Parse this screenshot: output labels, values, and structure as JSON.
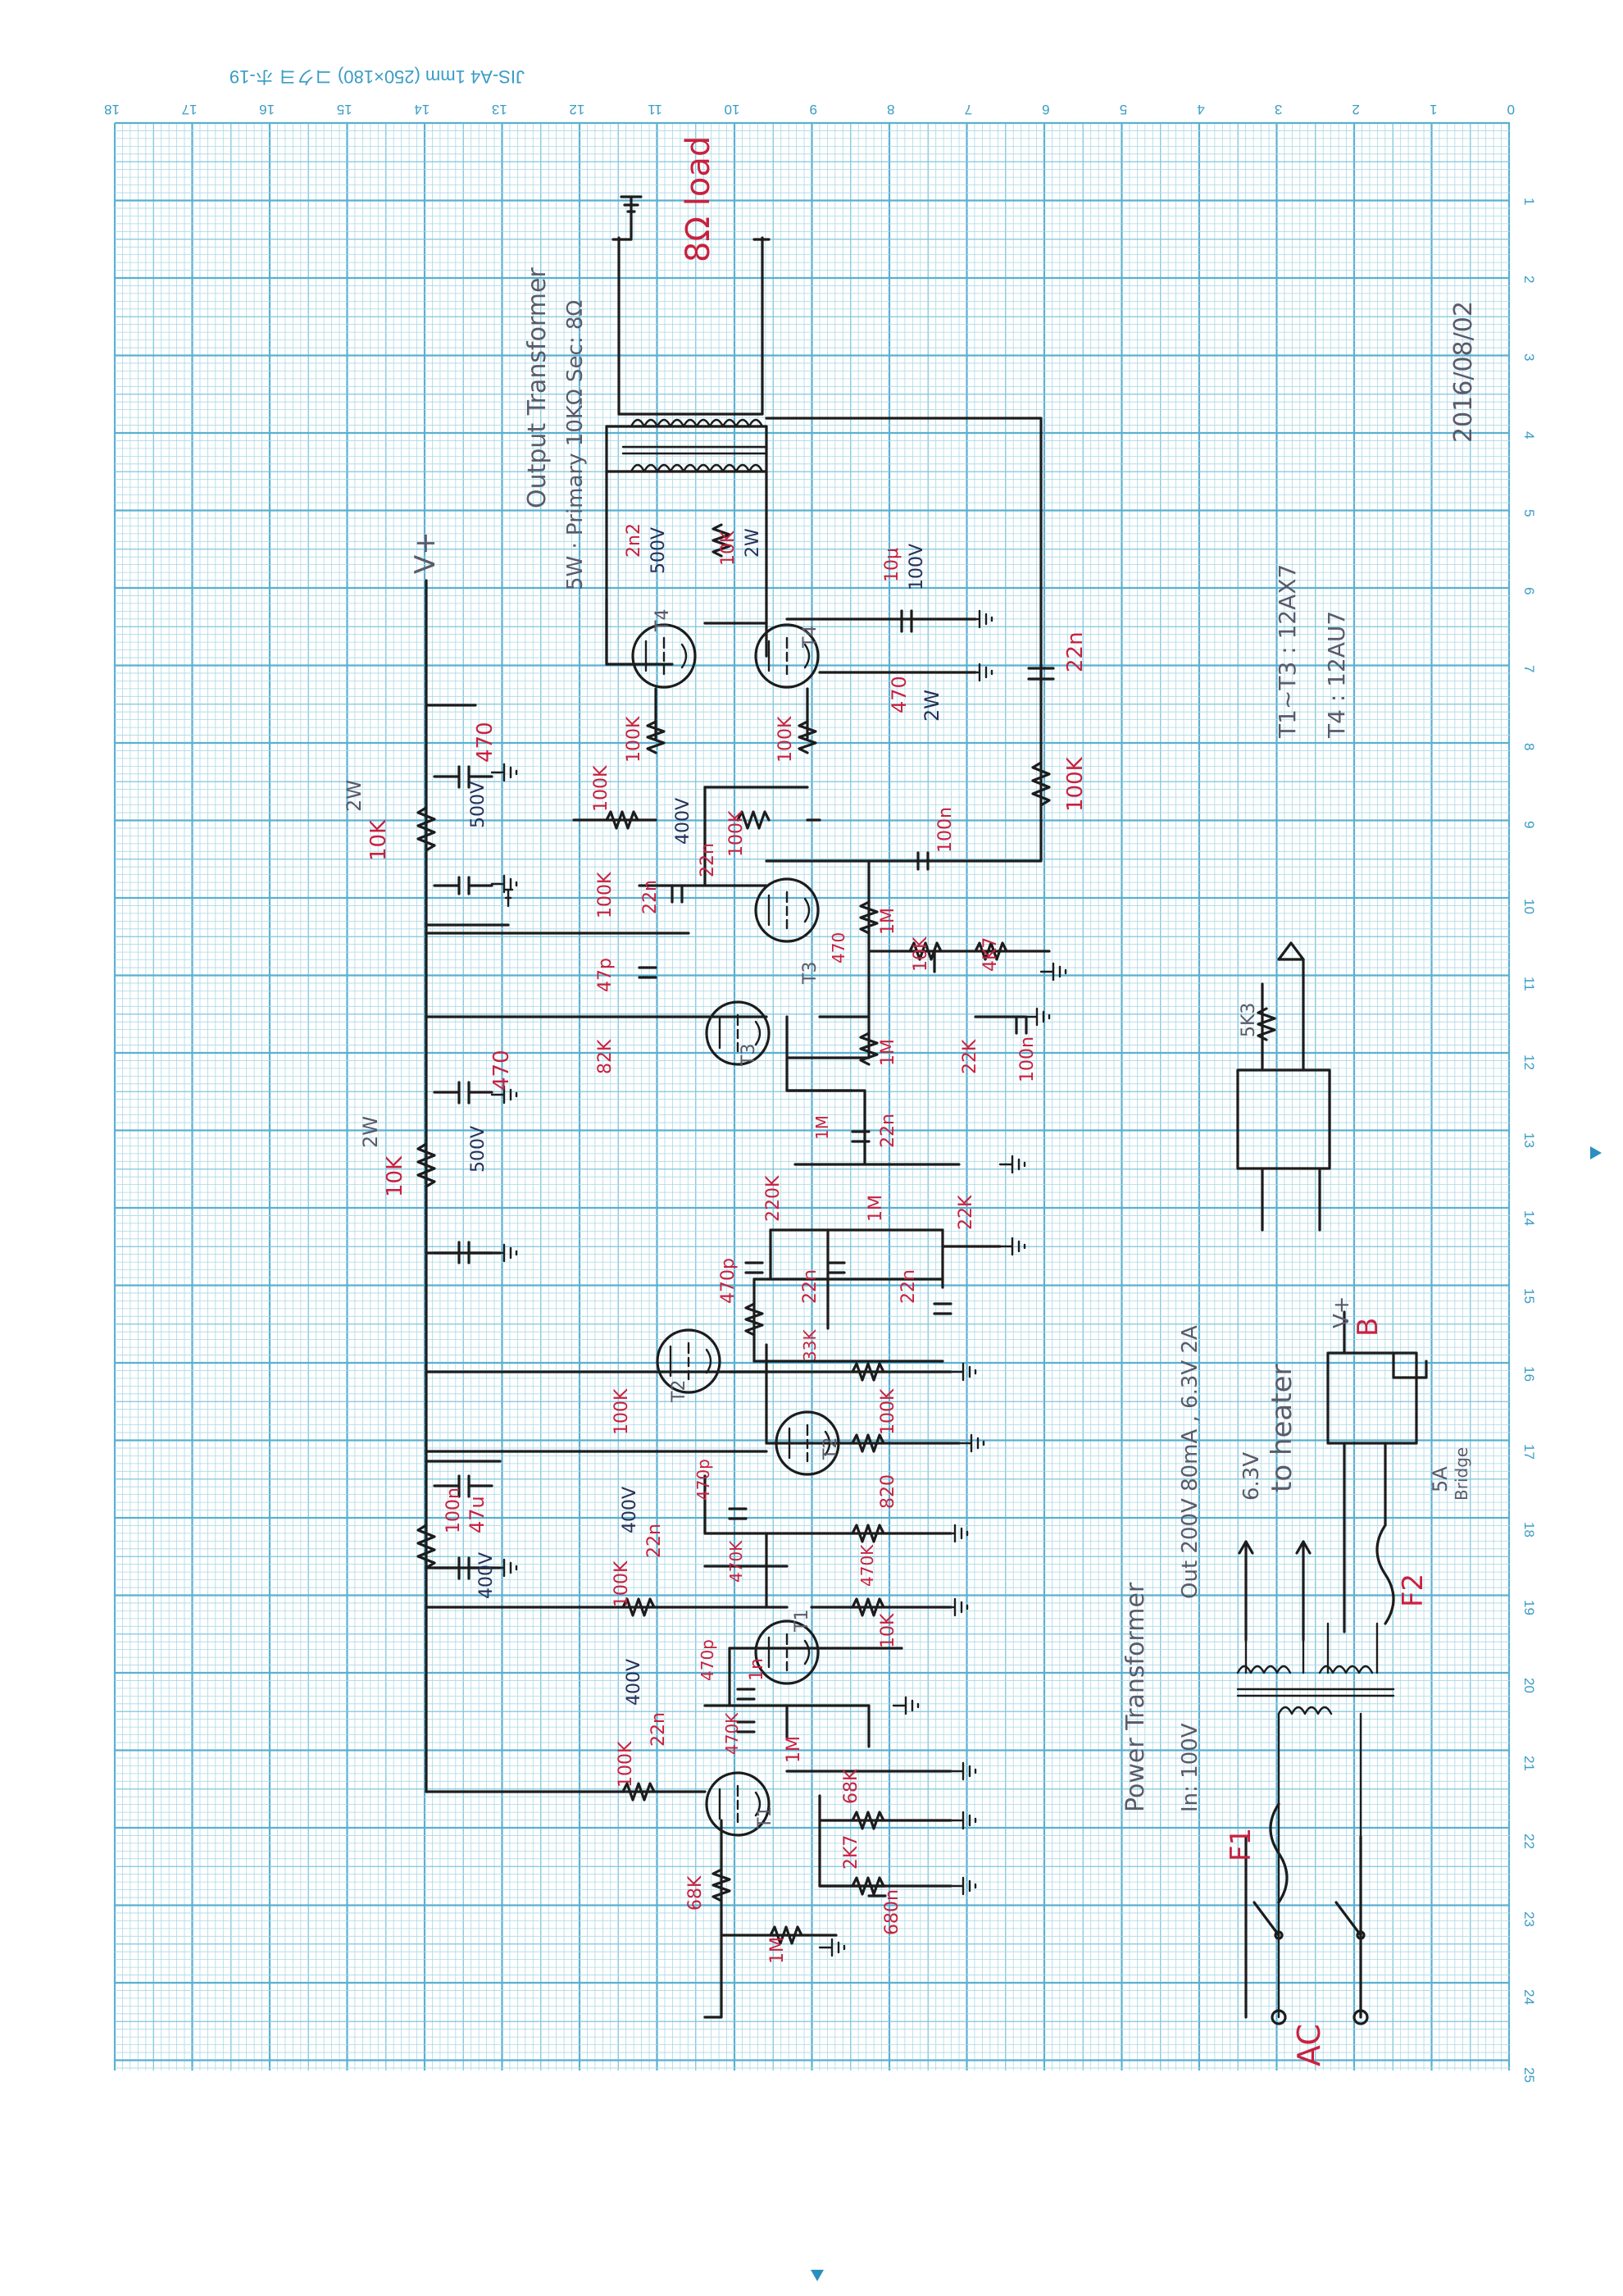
{
  "paper": {
    "header": "JIS-A4  1mm (250×180)  コクヨ ホ-19",
    "top_scale": [
      "18",
      "17",
      "16",
      "15",
      "14",
      "13",
      "12",
      "11",
      "10",
      "9",
      "8",
      "7",
      "6",
      "5",
      "4",
      "3",
      "2",
      "1",
      "0"
    ],
    "side_scale": [
      "1",
      "2",
      "3",
      "4",
      "5",
      "6",
      "7",
      "8",
      "9",
      "10",
      "11",
      "12",
      "13",
      "14",
      "15",
      "16",
      "17",
      "18",
      "19",
      "20",
      "21",
      "22",
      "23",
      "24",
      "25"
    ],
    "grid_color": "#7fc5dc",
    "background": "#ffffff"
  },
  "notes": {
    "date": "2016/08/02",
    "tube_types_line1": "T1~T3 : 12AX7",
    "tube_types_line2": "T4 : 12AU7",
    "output_transformer": "Output Transformer",
    "output_transformer_spec": "5W · Primary 10KΩ  Sec: 8Ω",
    "load": "8Ω load",
    "power_transformer": "Power Transformer",
    "power_transformer_in": "In: 100V",
    "power_transformer_out": "Out  200V 80mA , 6.3V 2A",
    "heater_voltage": "6.3V",
    "to_heater": "to heater",
    "bridge_rating": "5A",
    "bridge": "Bridge",
    "ac": "AC",
    "fuse1": "F1",
    "fuse2": "F2",
    "b_plus": "B",
    "v_plus_top": "V+",
    "v_plus_psu": "V+"
  },
  "tubes": [
    "T4",
    "T4",
    "T3",
    "T3",
    "T2",
    "T2",
    "T1",
    "T1"
  ],
  "components": {
    "c_2n2": "2n2",
    "c_2n2_v": "500V",
    "r_10k_2w_a": "10K",
    "r_10k_2w_a_p": "2W",
    "c_10u": "10μ",
    "c_10u_v": "100V",
    "r_470": "470",
    "r_470_p": "2W",
    "c_22n_out": "22n",
    "r_100k_out": "100K",
    "r_100k_g4a": "100K",
    "r_100k_g4b": "100K",
    "r_100k_g4c": "100K",
    "r_100k_g4d": "100K",
    "c_22n_400": "22n",
    "c_22n_400_v": "400V",
    "c_22n_b": "22n",
    "c_100n_fb": "100n",
    "r_1m_a": "1M",
    "r_470_b": "470",
    "r_10k_b": "10K",
    "r_4k7": "4K7",
    "r_22k": "22K",
    "c_100n_b": "100n",
    "c_47p": "47p",
    "r_100k_b": "100K",
    "r_82k": "82K",
    "r_10k_2w_b": "10K",
    "r_10k_2w_b_p": "2W",
    "c_470u_a": "470",
    "c_470u_a_v": "500V",
    "c_470u_b": "470",
    "c_470u_b_v": "500V",
    "r_1m_b": "1M",
    "c_22n_c": "22n",
    "pot_1m_a": "1M",
    "pot_220k": "220K",
    "pot_1m_b": "1M",
    "pot_22k": "22K",
    "c_470p_a": "470p",
    "c_22n_d": "22n",
    "r_33k": "33K",
    "c_22n_e": "22n",
    "r_100k_t2a": "100K",
    "r_100k_t2b": "100K",
    "r_820": "820",
    "r_10k_2w_c": "10K",
    "r_10k_2w_c_p": "2W",
    "c_100n_c": "100n",
    "c_47u": "47u",
    "c_400v_a": "400V",
    "c_470p_b": "470p",
    "c_22n_f": "22n",
    "c_22n_f_v": "400V",
    "r_100k_c": "100K",
    "r_470k_a": "470K",
    "r_470k_b": "470K",
    "r_10k_c": "10K",
    "c_470p_c": "470p",
    "c_1n": "1n",
    "c_22n_g": "22n",
    "c_22n_g_v": "400V",
    "r_100k_d": "100K",
    "r_470k_c": "470K",
    "pot_1m_c": "1M",
    "r_68k": "68K",
    "r_2k7": "2K7",
    "c_680n": "680n",
    "r_68k_b": "68K",
    "r_1m_in": "1M",
    "r_5k3": "5K3"
  }
}
